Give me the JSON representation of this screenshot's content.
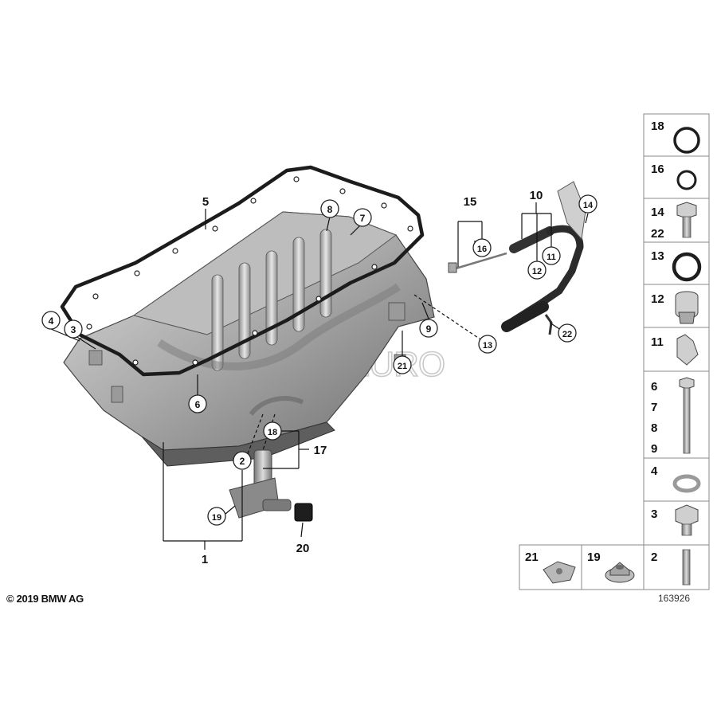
{
  "copyright": "© 2019 BMW AG",
  "diagram_number": "163926",
  "watermark": "FCPEURO",
  "callouts": {
    "c1": "1",
    "c2": "2",
    "c3": "3",
    "c4": "4",
    "c5": "5",
    "c6": "6",
    "c7": "7",
    "c8": "8",
    "c9": "9",
    "c10": "10",
    "c11": "11",
    "c12": "12",
    "c13": "13",
    "c14": "14",
    "c15": "15",
    "c16": "16",
    "c17": "17",
    "c18": "18",
    "c19": "19",
    "c20": "20",
    "c21": "21",
    "c22": "22"
  },
  "legend": {
    "r18": "18",
    "r16": "16",
    "r14": "14",
    "r22": "22",
    "r13": "13",
    "r12": "12",
    "r11": "11",
    "r6": "6",
    "r7": "7",
    "r8": "8",
    "r9": "9",
    "r4": "4",
    "r3": "3",
    "r2": "2",
    "r21": "21",
    "r19": "19"
  }
}
